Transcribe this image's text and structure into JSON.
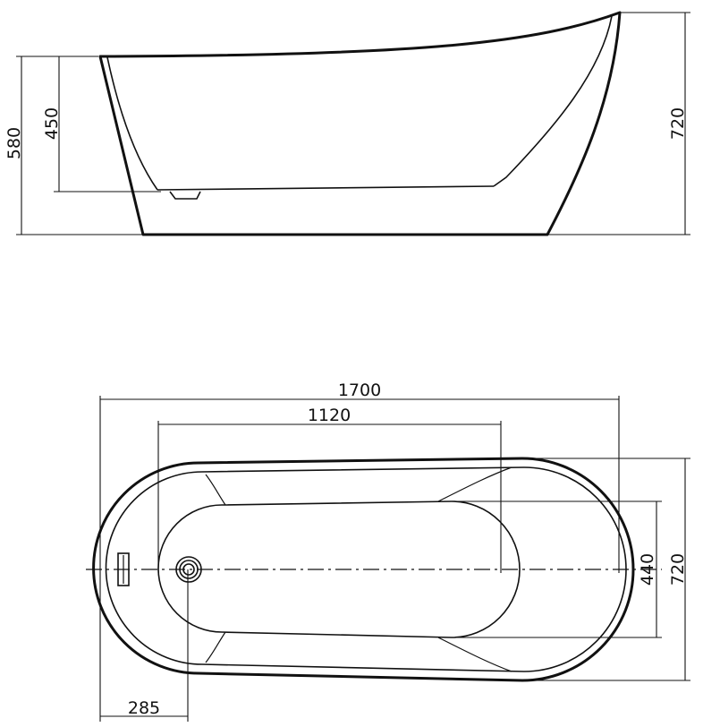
{
  "side_view": {
    "dimensions": {
      "overall_height": "580",
      "interior_depth": "450",
      "backrest_height": "720"
    }
  },
  "top_view": {
    "dimensions": {
      "overall_length": "1700",
      "interior_length": "1120",
      "interior_width": "440",
      "overall_width": "720",
      "drain_offset": "285"
    }
  }
}
